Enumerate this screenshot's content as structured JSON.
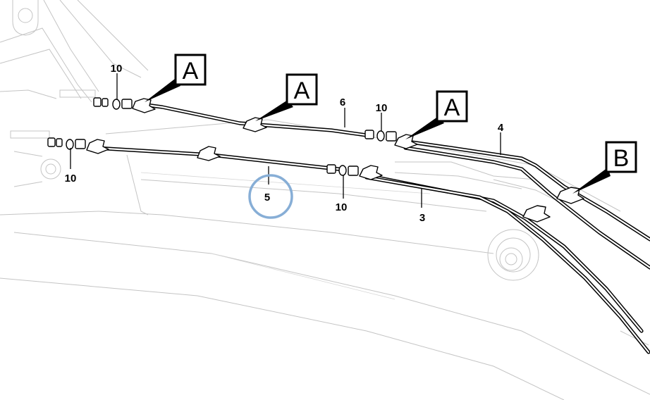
{
  "diagram": {
    "callout_boxes": [
      {
        "id": "a1",
        "label": "A"
      },
      {
        "id": "a2",
        "label": "A"
      },
      {
        "id": "a3",
        "label": "A"
      },
      {
        "id": "b1",
        "label": "B"
      }
    ],
    "part_numbers": [
      {
        "id": "p10a",
        "label": "10"
      },
      {
        "id": "p10b",
        "label": "10"
      },
      {
        "id": "p10c",
        "label": "10"
      },
      {
        "id": "p10d",
        "label": "10"
      },
      {
        "id": "p6",
        "label": "6"
      },
      {
        "id": "p4",
        "label": "4"
      },
      {
        "id": "p5",
        "label": "5"
      },
      {
        "id": "p3",
        "label": "3"
      }
    ],
    "highlight_color": "#87aed6"
  }
}
